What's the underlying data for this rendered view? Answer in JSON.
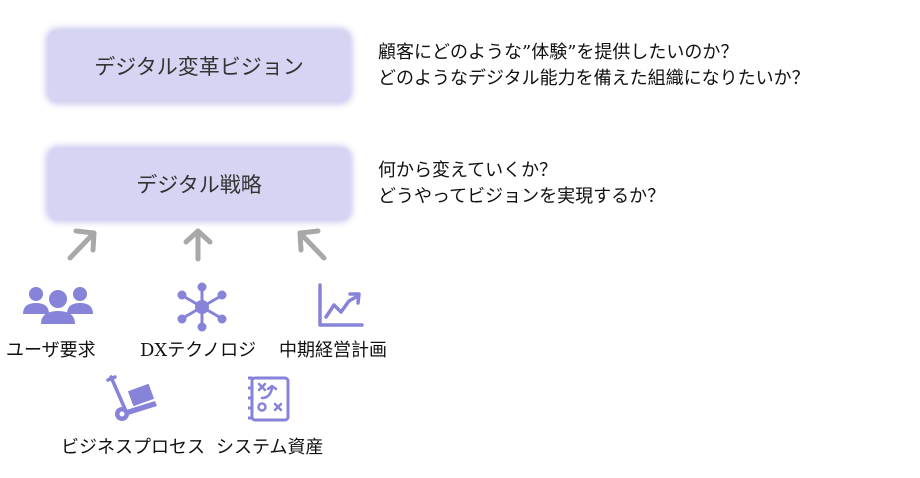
{
  "colors": {
    "box_fill": "#d5d4f2",
    "icon": "#8683d8",
    "arrow": "#a8a8a8"
  },
  "vision": {
    "title": "デジタル変革ビジョン",
    "questions": [
      "顧客にどのような”体験”を提供したいのか？",
      "どのようなデジタル能力を備えた組織になりたいか？"
    ]
  },
  "strategy": {
    "title": "デジタル戦略",
    "questions": [
      "何から変えていくか？",
      "どうやってビジョンを実現するか？"
    ]
  },
  "inputs": [
    {
      "label": "ユーザ要求",
      "icon": "users-icon"
    },
    {
      "label": "DXテクノロジ",
      "icon": "network-hub-icon"
    },
    {
      "label": "中期経営計画",
      "icon": "line-chart-icon"
    },
    {
      "label": "ビジネスプロセス",
      "icon": "hand-truck-icon"
    },
    {
      "label": "システム資産",
      "icon": "strategy-board-icon"
    }
  ]
}
